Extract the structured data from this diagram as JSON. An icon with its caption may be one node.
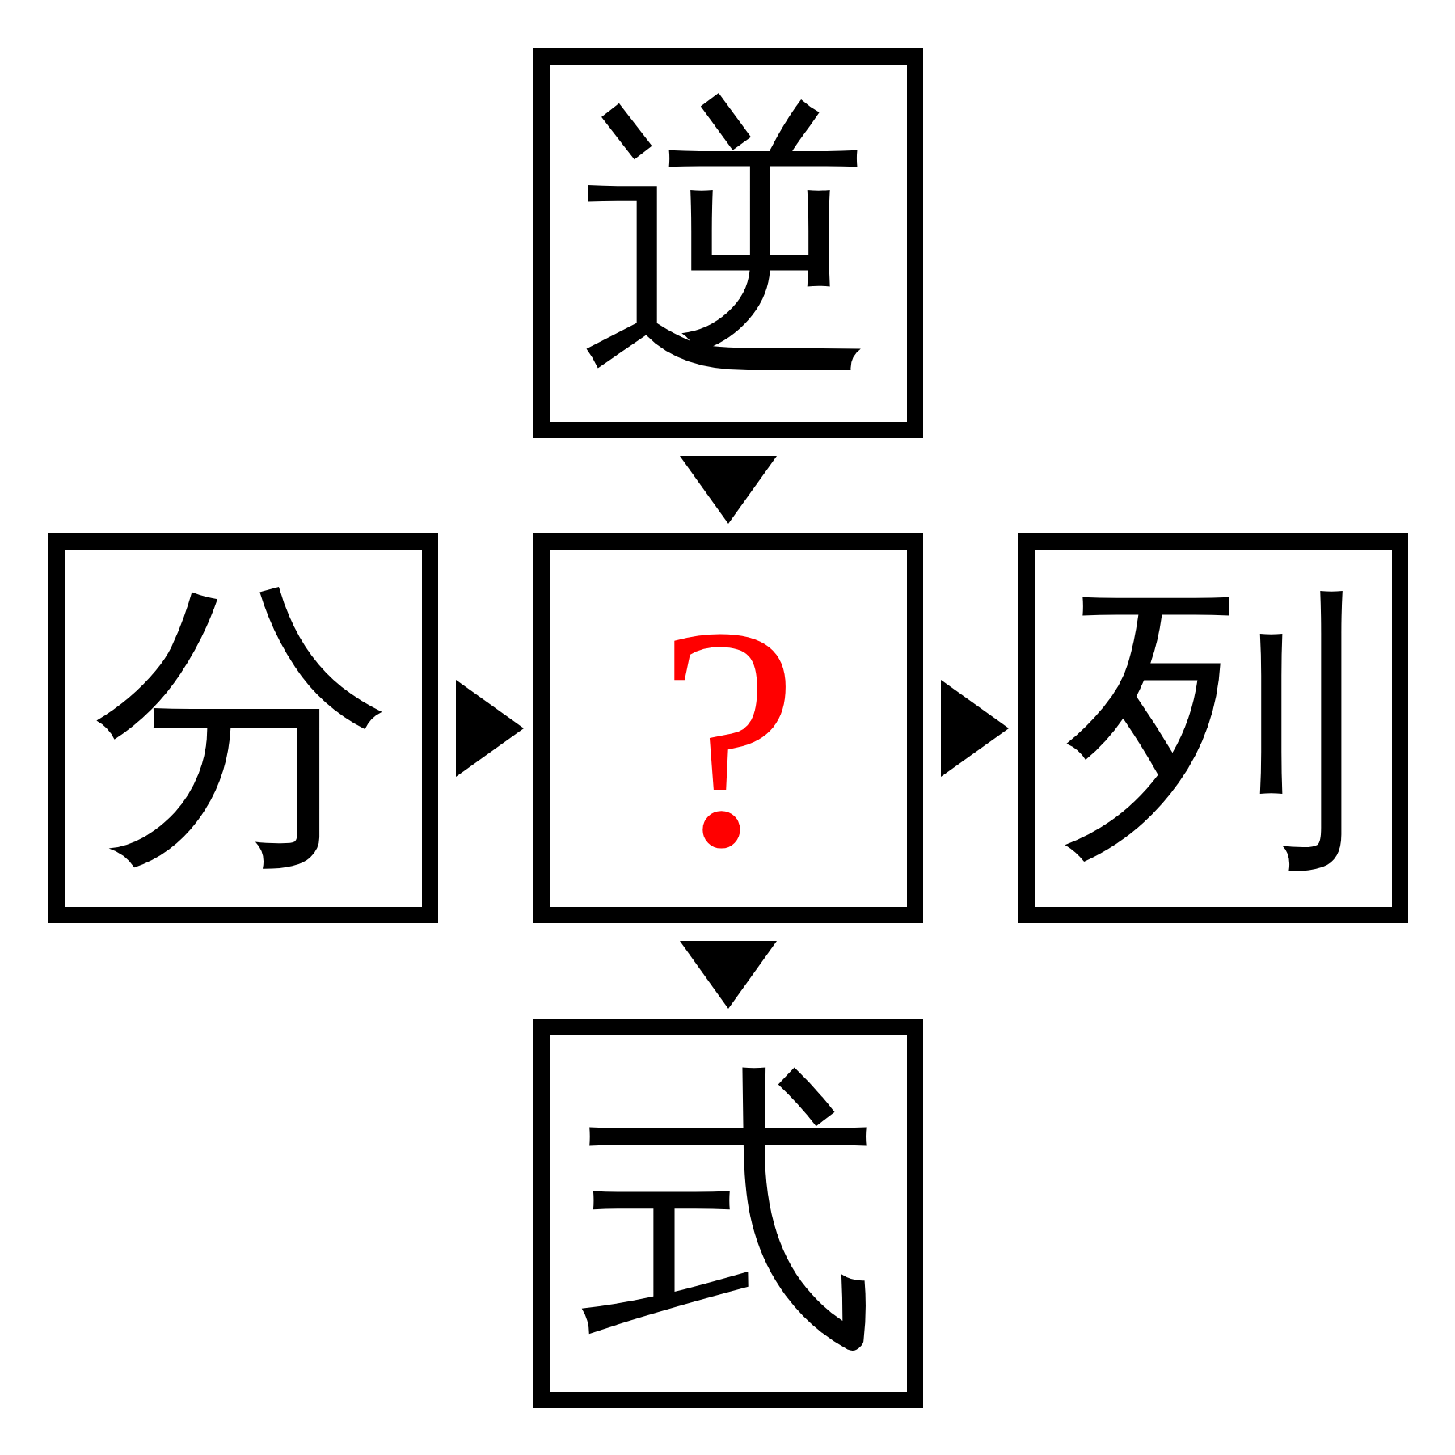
{
  "diagram": {
    "nodes": [
      {
        "text": [
          "逆"
        ]
      },
      {
        "text": [
          "分"
        ]
      },
      {
        "text": [
          "?"
        ]
      },
      {
        "text": [
          "列"
        ]
      },
      {
        "text": [
          "式"
        ]
      }
    ],
    "edges": [
      {
        "from": 0,
        "to": 2,
        "arrow": "to"
      },
      {
        "from": 1,
        "to": 2,
        "arrow": "to"
      },
      {
        "from": 2,
        "to": 3,
        "arrow": "to"
      },
      {
        "from": 2,
        "to": 4,
        "arrow": "to"
      }
    ]
  }
}
